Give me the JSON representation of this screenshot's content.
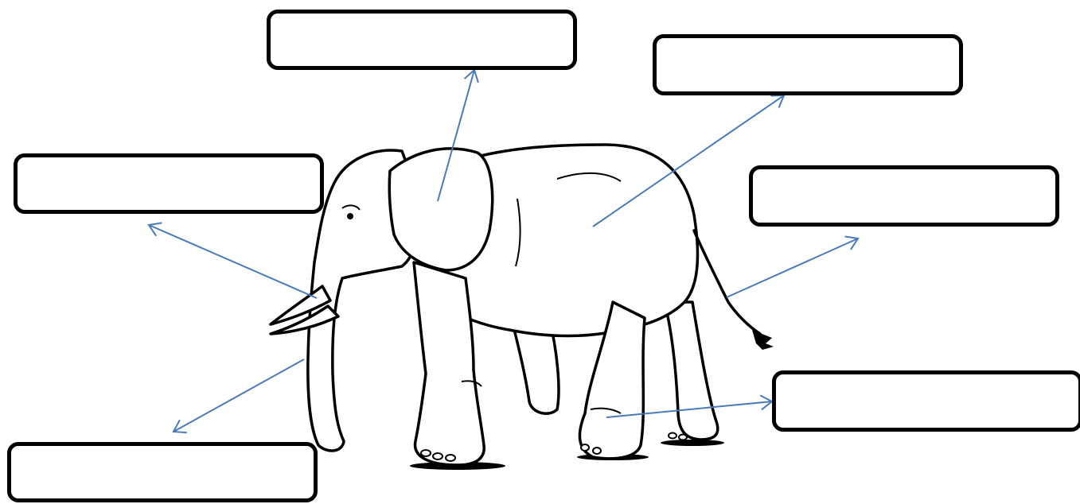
{
  "worksheet": {
    "subject": "elephant",
    "labels": [
      {
        "part": "ear",
        "text": ""
      },
      {
        "part": "body",
        "text": ""
      },
      {
        "part": "tusk",
        "text": ""
      },
      {
        "part": "tail",
        "text": ""
      },
      {
        "part": "leg",
        "text": ""
      },
      {
        "part": "trunk",
        "text": ""
      }
    ]
  },
  "colors": {
    "arrow": "#4a7ab8",
    "outline": "#000000",
    "background": "#ffffff"
  }
}
